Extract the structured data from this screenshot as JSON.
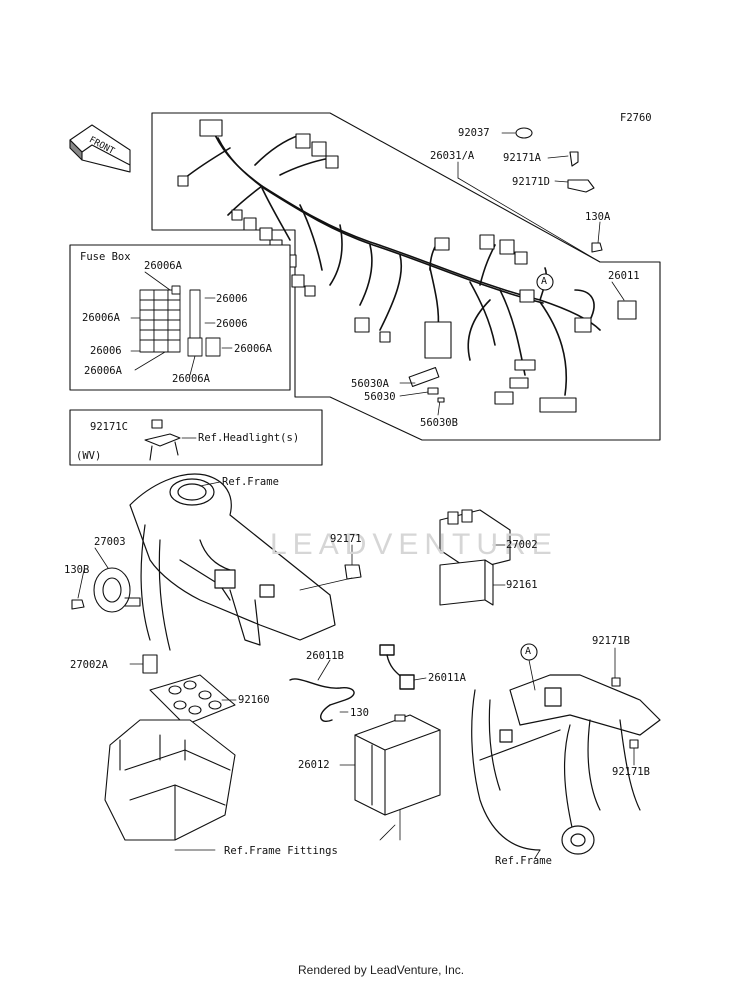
{
  "diagram": {
    "figure_code": "F2760",
    "front_marker": "FRONT",
    "watermark": "LEADVENTURE",
    "footer": "Rendered by LeadVenture, Inc.",
    "fuse_box": {
      "title": "Fuse Box",
      "labels": [
        "26006A",
        "26006A",
        "26006",
        "26006",
        "26006",
        "26006A",
        "26006A",
        "26006A"
      ]
    },
    "headlight_box": {
      "part": "92171C",
      "ref": "Ref.Headlight(s)",
      "region": "(WV)"
    },
    "harness_labels": [
      "92037",
      "26031/A",
      "92171A",
      "92171D",
      "130A",
      "26011",
      "A",
      "56030A",
      "56030",
      "56030B"
    ],
    "lower_labels": [
      "Ref.Frame",
      "92171",
      "27002",
      "92161",
      "27003",
      "130B",
      "27002A",
      "92160",
      "26011B",
      "26011A",
      "130",
      "26012",
      "Ref.Frame Fittings",
      "A",
      "92171B",
      "92171B",
      "Ref.Frame"
    ],
    "colors": {
      "ink": "#111111",
      "watermark": "#d6d6d6"
    }
  }
}
